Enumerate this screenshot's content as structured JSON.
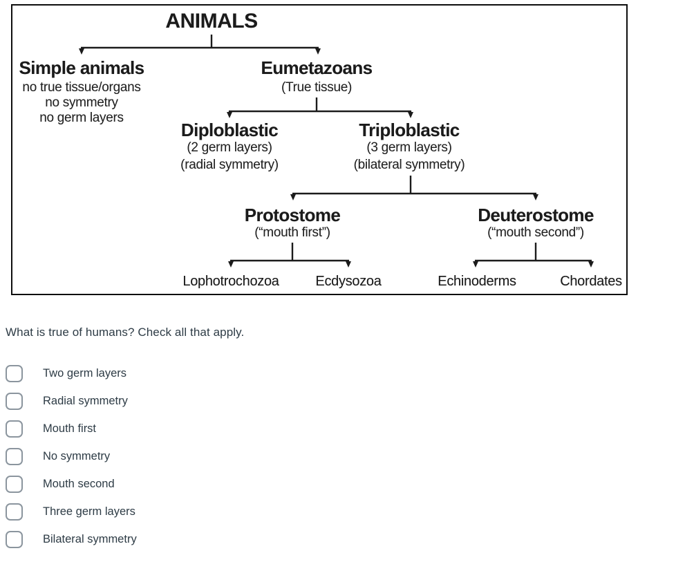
{
  "diagram": {
    "root": {
      "label": "ANIMALS"
    },
    "branches": {
      "simple_animals": {
        "label": "Simple animals",
        "notes": [
          "no true tissue/organs",
          "no symmetry",
          "no germ layers"
        ]
      },
      "eumetazoans": {
        "label": "Eumetazoans",
        "notes": [
          "(True tissue)"
        ]
      },
      "diploblastic": {
        "label": "Diploblastic",
        "notes": [
          "(2 germ layers)",
          "(radial symmetry)"
        ]
      },
      "triploblastic": {
        "label": "Triploblastic",
        "notes": [
          "(3 germ layers)",
          "(bilateral symmetry)"
        ]
      },
      "protostome": {
        "label": "Protostome",
        "notes": [
          "(“mouth first”)"
        ]
      },
      "deuterostome": {
        "label": "Deuterostome",
        "notes": [
          "(“mouth second”)"
        ]
      },
      "lophotrochozoa": {
        "label": "Lophotrochozoa"
      },
      "ecdysozoa": {
        "label": "Ecdysozoa"
      },
      "echinoderms": {
        "label": "Echinoderms"
      },
      "chordates": {
        "label": "Chordates"
      }
    }
  },
  "question": {
    "text": "What is true of humans? Check all that apply."
  },
  "options": [
    {
      "label": "Two germ layers",
      "checked": false
    },
    {
      "label": "Radial symmetry",
      "checked": false
    },
    {
      "label": "Mouth first",
      "checked": false
    },
    {
      "label": "No symmetry",
      "checked": false
    },
    {
      "label": "Mouth second",
      "checked": false
    },
    {
      "label": "Three germ layers",
      "checked": false
    },
    {
      "label": "Bilateral symmetry",
      "checked": false
    }
  ],
  "colors": {
    "question_text": "#2d3b45",
    "checkbox_border": "#8b959e",
    "diagram_line": "#1b1b1b",
    "diagram_border": "#0d0d0d"
  }
}
